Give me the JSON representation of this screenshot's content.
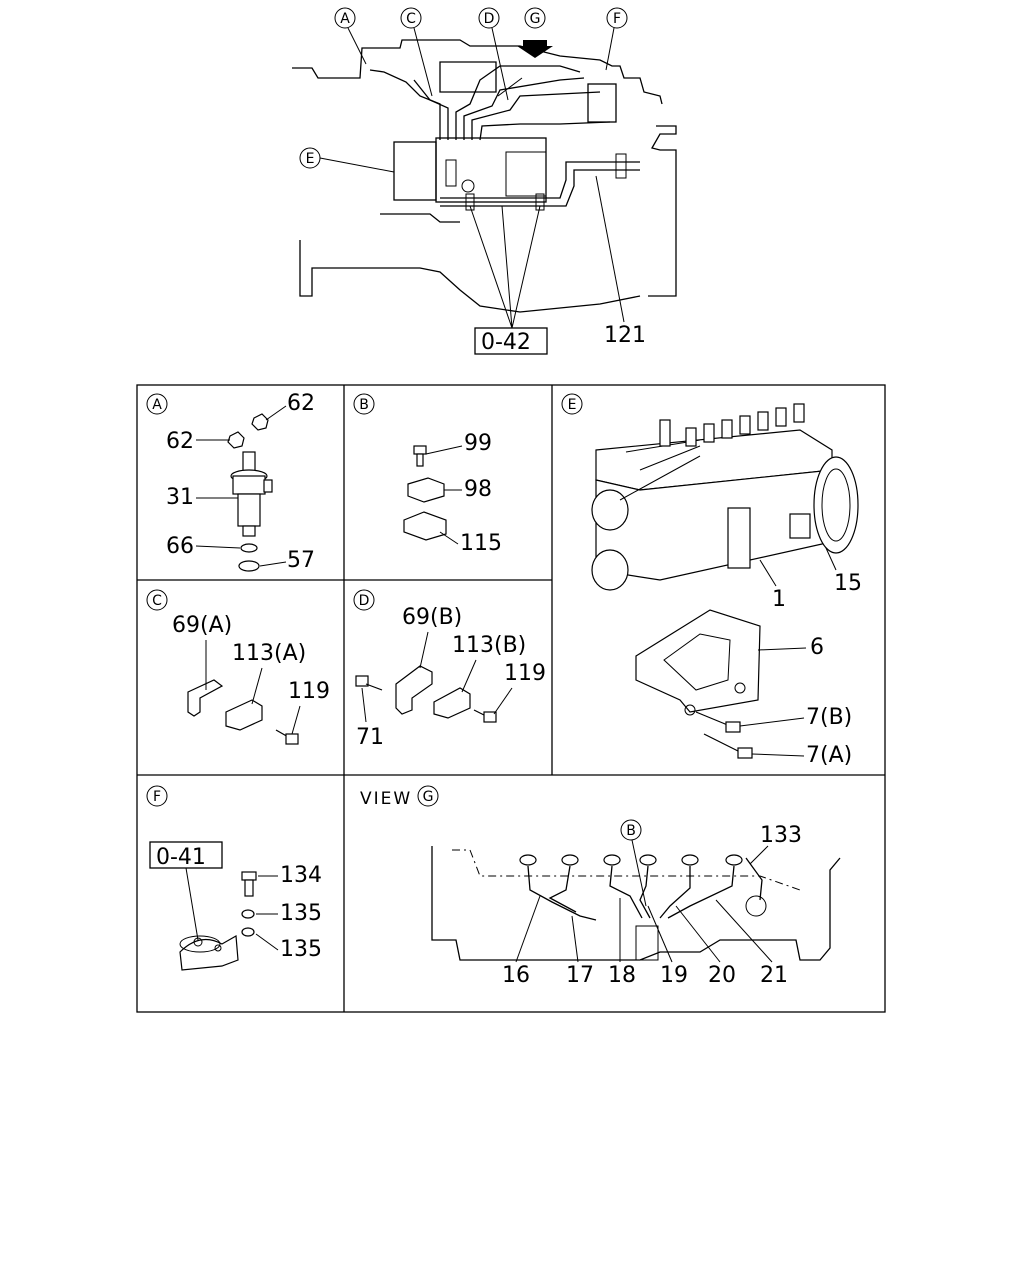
{
  "overview": {
    "callouts": [
      "A",
      "C",
      "D",
      "G",
      "F",
      "E"
    ],
    "ref_box": "0-42",
    "part_121": "121"
  },
  "panels": {
    "A": {
      "letter": "A",
      "labels": {
        "p62a": "62",
        "p62b": "62",
        "p31": "31",
        "p66": "66",
        "p57": "57"
      }
    },
    "B": {
      "letter": "B",
      "labels": {
        "p99": "99",
        "p98": "98",
        "p115": "115"
      }
    },
    "E": {
      "letter": "E",
      "labels": {
        "p1": "1",
        "p15": "15",
        "p6": "6",
        "p7b": "7(B)",
        "p7a": "7(A)"
      }
    },
    "C": {
      "letter": "C",
      "labels": {
        "p69a": "69(A)",
        "p113a": "113(A)",
        "p119": "119"
      }
    },
    "D": {
      "letter": "D",
      "labels": {
        "p69b": "69(B)",
        "p113b": "113(B)",
        "p119": "119",
        "p71": "71"
      }
    },
    "F": {
      "letter": "F",
      "ref_box": "0-41",
      "labels": {
        "p134": "134",
        "p135a": "135",
        "p135b": "135"
      }
    },
    "G": {
      "view_text": "VIEW",
      "letter": "G",
      "b_callout": "B",
      "labels": {
        "p133": "133",
        "p16": "16",
        "p17": "17",
        "p18": "18",
        "p19": "19",
        "p20": "20",
        "p21": "21"
      }
    }
  }
}
